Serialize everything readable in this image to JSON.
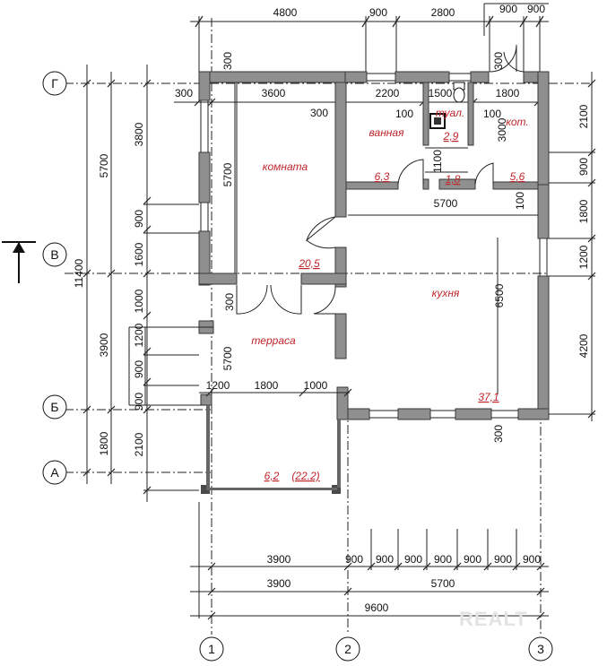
{
  "rooms": {
    "komnata": "комната",
    "vannaya": "ванная",
    "tual": "туал.",
    "kot": "кот.",
    "kukhnya": "кухня",
    "terrasa": "терраса"
  },
  "areas": {
    "vannaya": "6,3",
    "tual": "2,9",
    "hall": "1,8",
    "kot": "5,6",
    "komnata": "20,5",
    "kukhnya": "37,1",
    "terrasa": "6,2",
    "terrasa_total": "(22.2)"
  },
  "axes": {
    "row_g": "Г",
    "row_v": "В",
    "row_b": "Б",
    "row_a": "А",
    "col_1": "1",
    "col_2": "2",
    "col_3": "3"
  },
  "dims": {
    "top_4800": "4800",
    "top_900a": "900",
    "top_2800": "2800",
    "top_900b": "900",
    "top_900c": "900",
    "top_300": "300",
    "row2_300": "300",
    "row2_3600": "3600",
    "row2_2200": "2200",
    "row2_1500": "1500",
    "row2_1800": "1800",
    "in_300": "300",
    "in_100a": "100",
    "in_100b": "100",
    "in_100c": "100",
    "v_5700_room": "5700",
    "v_3000": "3000",
    "v_1100": "1100",
    "h_5700_mid": "5700",
    "v_6500": "6500",
    "v_300_mid": "300",
    "v_5700_ter": "5700",
    "h_1200": "1200",
    "h_1800": "1800",
    "h_1000": "1000",
    "v_300_bottom": "300",
    "left_11400": "11400",
    "left_5700": "5700",
    "left_3900": "3900",
    "left_1800": "1800",
    "left2_3800": "3800",
    "left2_900": "900",
    "left2_1600": "1600",
    "left2_1000": "1000",
    "left2_1200": "1200",
    "left2_900b": "900",
    "left2_900c": "900",
    "left2_2100": "2100",
    "right_2100": "2100",
    "right_900": "900",
    "right_1800": "1800",
    "right_1200": "1200",
    "right_4200": "4200",
    "bot1_3900": "3900",
    "bot1_900_1": "900",
    "bot1_900_2": "900",
    "bot1_900_3": "900",
    "bot1_900_4": "900",
    "bot1_900_5": "900",
    "bot1_900_6": "900",
    "bot1_900_7": "900",
    "bot2_3900": "3900",
    "bot2_5700": "5700",
    "bot3_9600": "9600"
  },
  "watermark": "REALT"
}
